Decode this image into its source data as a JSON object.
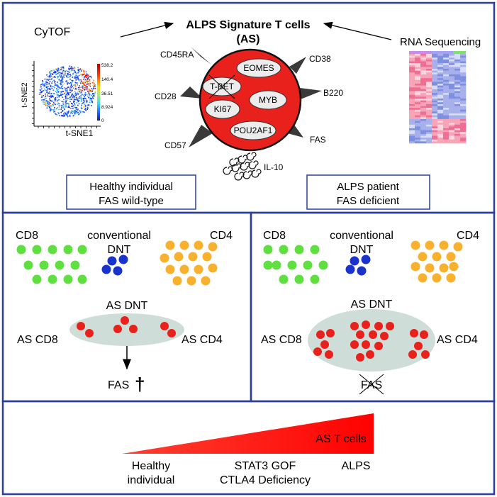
{
  "top": {
    "title_line1": "ALPS Signature T cells",
    "title_line2": "(AS)",
    "cytof_label": "CyTOF",
    "rnaseq_label": "RNA Sequencing",
    "tsne_y": "t-SNE2",
    "tsne_x": "t-SNE1",
    "colorbar_ticks": [
      "538.2",
      "140.4",
      "36.51",
      "8.924",
      "0"
    ],
    "markers": {
      "cd45ra": "CD45RA",
      "cd28": "CD28",
      "cd57": "CD57",
      "cd38": "CD38",
      "b220": "B220",
      "fas": "FAS"
    },
    "internal": {
      "eomes": "EOMES",
      "tbet": "T-BET",
      "myb": "MYB",
      "ki67": "KI67",
      "pou2af1": "POU2AF1"
    },
    "il10": "IL-10",
    "healthy_box": [
      "Healthy individual",
      "FAS wild-type"
    ],
    "alps_box": [
      "ALPS patient",
      "FAS deficient"
    ]
  },
  "left_panel": {
    "cd8": "CD8",
    "dnt_line1": "conventional",
    "dnt_line2": "DNT",
    "cd4": "CD4",
    "as_dnt": "AS DNT",
    "as_cd8": "AS CD8",
    "as_cd4": "AS CD4",
    "fas": "FAS",
    "dagger": "†"
  },
  "right_panel": {
    "cd8": "CD8",
    "dnt_line1": "conventional",
    "dnt_line2": "DNT",
    "cd4": "CD4",
    "as_dnt": "AS DNT",
    "as_cd8": "AS CD8",
    "as_cd4": "AS CD4",
    "fas": "FAS"
  },
  "bottom": {
    "as_t_cells": "AS T cells",
    "healthy_line1": "Healthy",
    "healthy_line2": "individual",
    "stat3": "STAT3 GOF",
    "ctla4": "CTLA4 Deficiency",
    "alps": "ALPS"
  },
  "colors": {
    "frame": "#2b3f9a",
    "red": "#e8211c",
    "green": "#5fe040",
    "blue": "#1a33cc",
    "orange": "#f7b12e",
    "ellipse_grey": "#cfddd8",
    "inner_ellipse": "#ececec"
  }
}
